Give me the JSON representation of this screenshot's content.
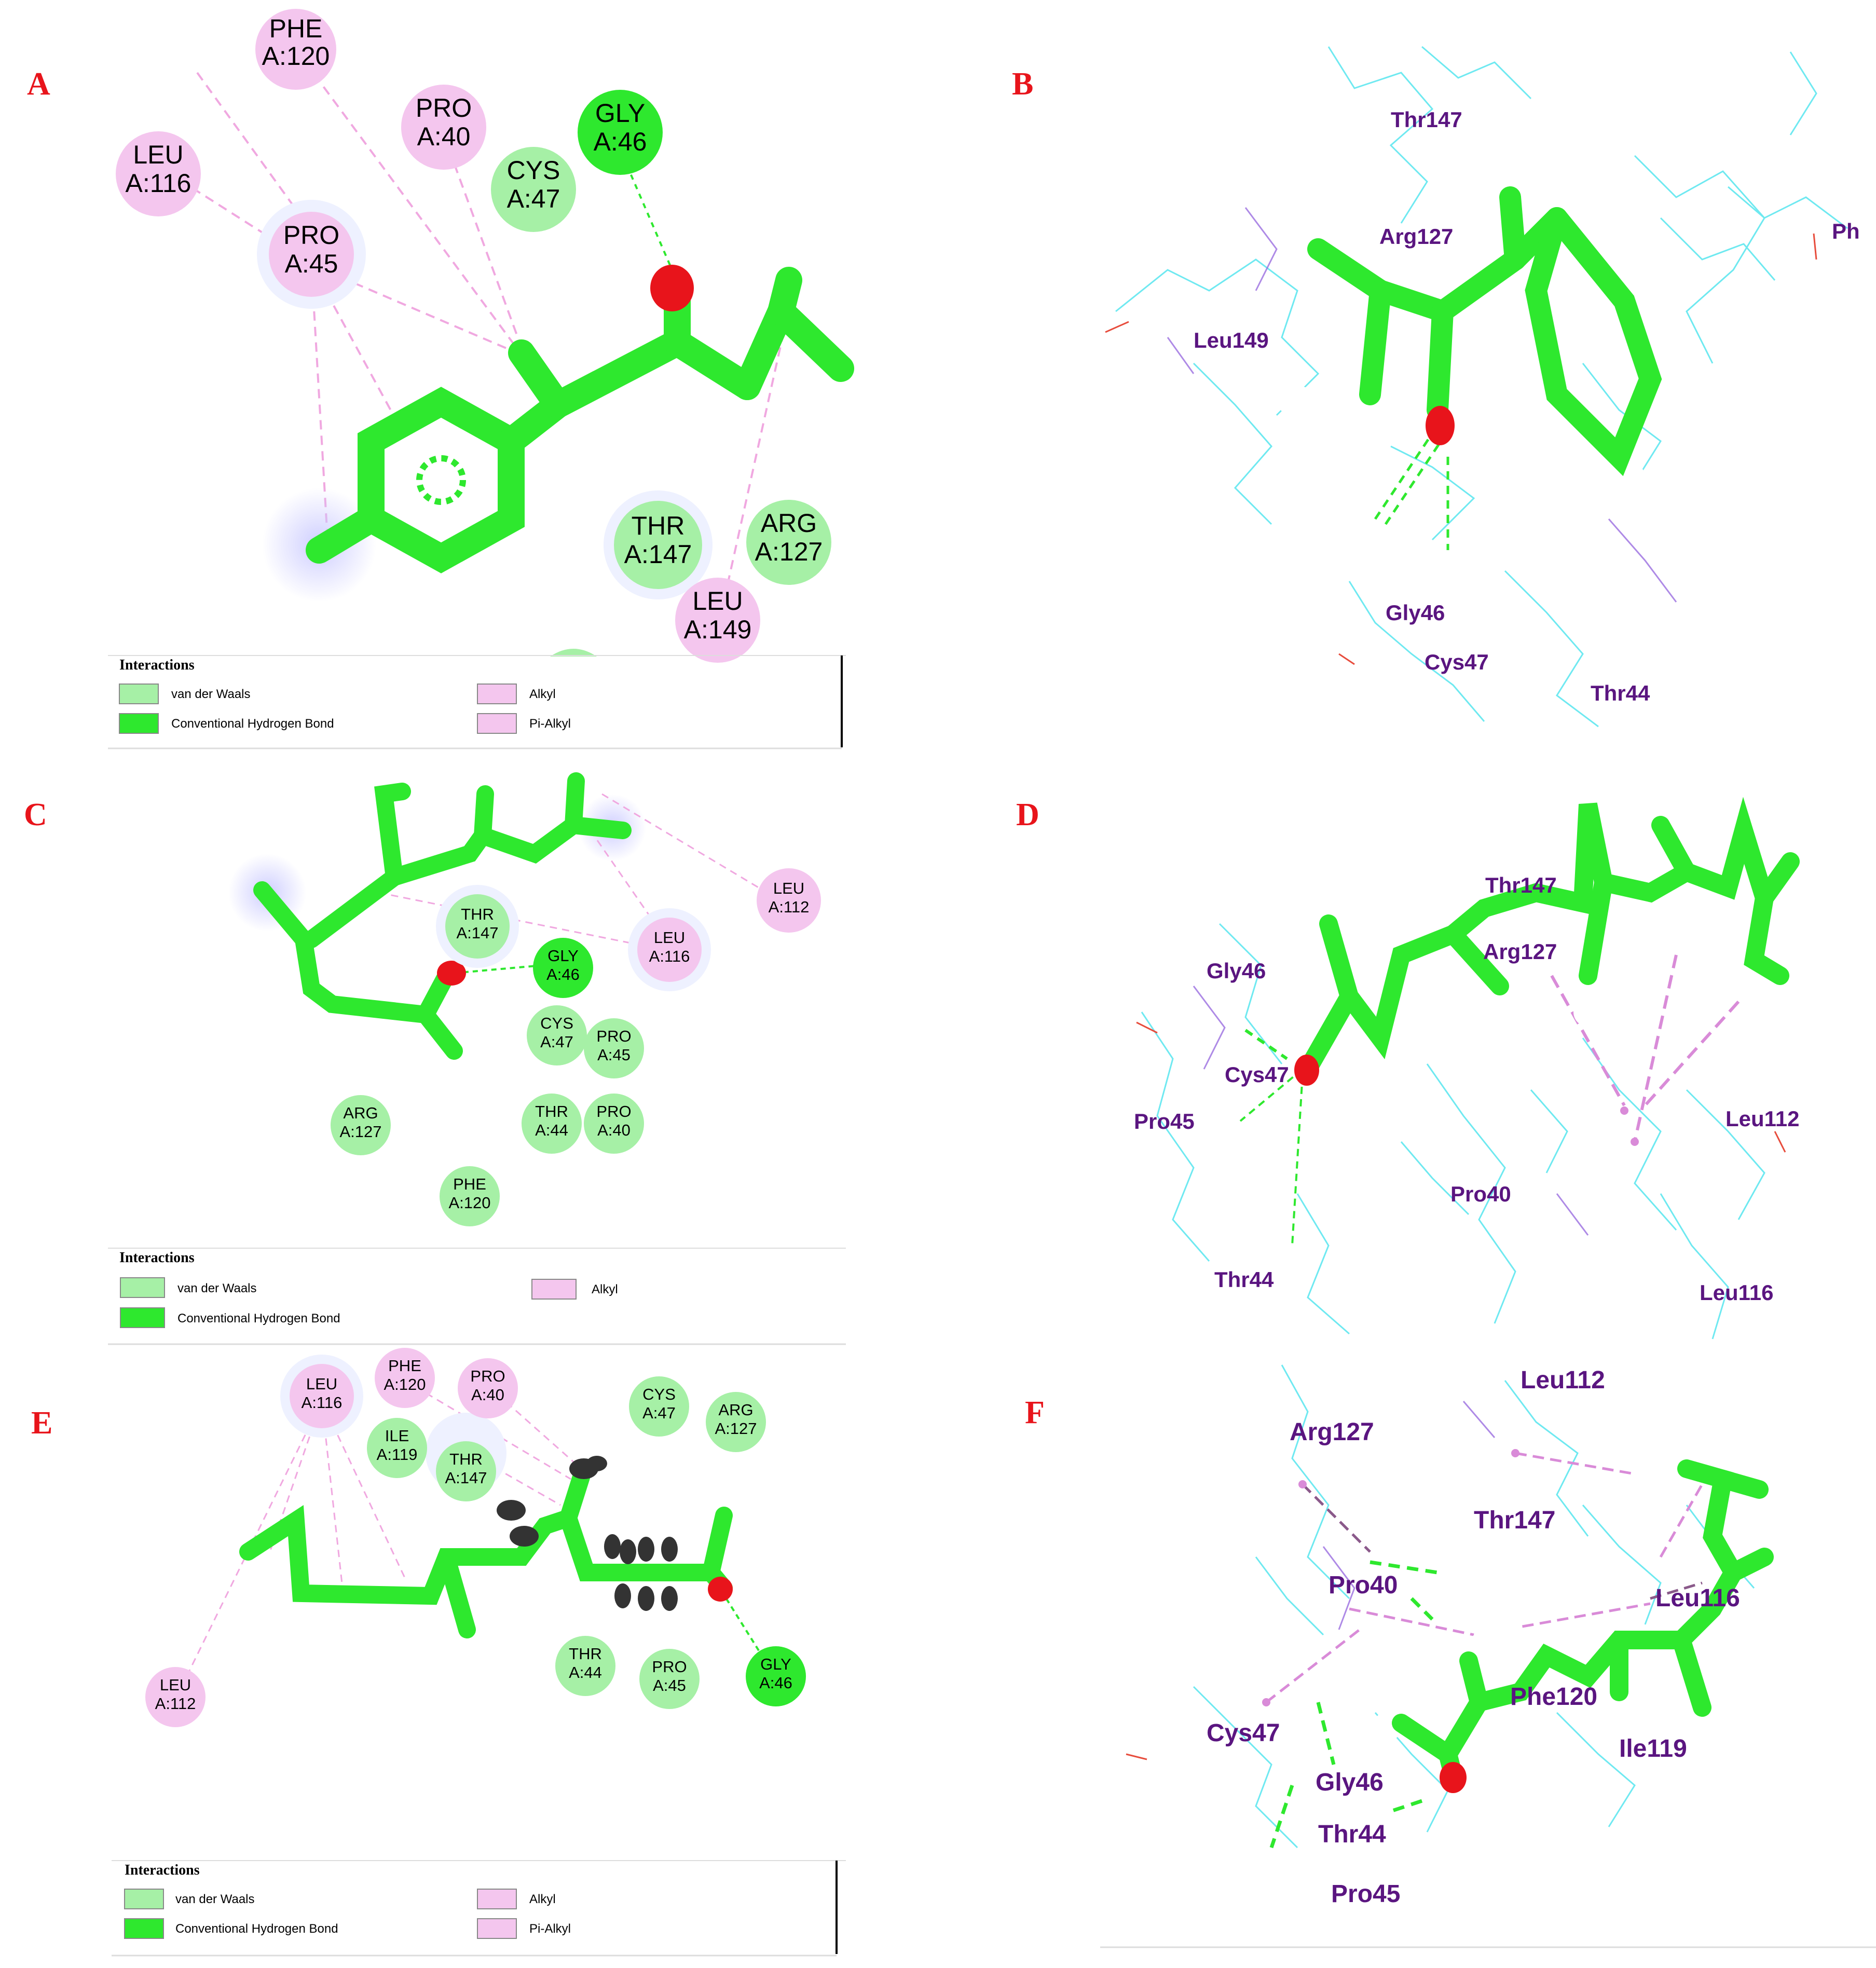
{
  "panels": {
    "A": {
      "letter": "A",
      "residues": [
        {
          "line1": "PHE",
          "line2": "A:120",
          "type": "alkyl"
        },
        {
          "line1": "PRO",
          "line2": "A:40",
          "type": "alkyl"
        },
        {
          "line1": "GLY",
          "line2": "A:46",
          "type": "hbond"
        },
        {
          "line1": "LEU",
          "line2": "A:116",
          "type": "alkyl"
        },
        {
          "line1": "CYS",
          "line2": "A:47",
          "type": "vdw"
        },
        {
          "line1": "PRO",
          "line2": "A:45",
          "type": "alkyl"
        },
        {
          "line1": "THR",
          "line2": "A:147",
          "type": "vdw"
        },
        {
          "line1": "ARG",
          "line2": "A:127",
          "type": "vdw"
        },
        {
          "line1": "LEU",
          "line2": "A:149",
          "type": "alkyl"
        }
      ],
      "legend": {
        "title": "Interactions",
        "items": [
          {
            "label": "van der Waals",
            "color": "#a6f0a6"
          },
          {
            "label": "Conventional Hydrogen Bond",
            "color": "#2ee82e"
          },
          {
            "label": "Alkyl",
            "color": "#f4c6ee"
          },
          {
            "label": "Pi-Alkyl",
            "color": "#f4c6ee"
          }
        ]
      }
    },
    "B": {
      "letter": "B",
      "labels": [
        "Thr147",
        "Arg127",
        "Ph",
        "Leu149",
        "Gly46",
        "Cys47",
        "Thr44"
      ]
    },
    "C": {
      "letter": "C",
      "residues": [
        {
          "line1": "LEU",
          "line2": "A:112",
          "type": "alkyl"
        },
        {
          "line1": "THR",
          "line2": "A:147",
          "type": "vdw"
        },
        {
          "line1": "LEU",
          "line2": "A:116",
          "type": "alkyl"
        },
        {
          "line1": "GLY",
          "line2": "A:46",
          "type": "hbond"
        },
        {
          "line1": "CYS",
          "line2": "A:47",
          "type": "vdw"
        },
        {
          "line1": "PRO",
          "line2": "A:45",
          "type": "vdw"
        },
        {
          "line1": "ARG",
          "line2": "A:127",
          "type": "vdw"
        },
        {
          "line1": "THR",
          "line2": "A:44",
          "type": "vdw"
        },
        {
          "line1": "PRO",
          "line2": "A:40",
          "type": "vdw"
        },
        {
          "line1": "PHE",
          "line2": "A:120",
          "type": "vdw"
        }
      ],
      "legend": {
        "title": "Interactions",
        "items": [
          {
            "label": "van der Waals",
            "color": "#a6f0a6"
          },
          {
            "label": "Conventional Hydrogen Bond",
            "color": "#2ee82e"
          },
          {
            "label": "Alkyl",
            "color": "#f4c6ee"
          }
        ]
      }
    },
    "D": {
      "letter": "D",
      "labels": [
        "Thr147",
        "Arg127",
        "Gly46",
        "Cys47",
        "Pro45",
        "Leu112",
        "Pro40",
        "Thr44",
        "Leu116"
      ]
    },
    "E": {
      "letter": "E",
      "residues": [
        {
          "line1": "LEU",
          "line2": "A:116",
          "type": "alkyl"
        },
        {
          "line1": "PHE",
          "line2": "A:120",
          "type": "alkyl"
        },
        {
          "line1": "PRO",
          "line2": "A:40",
          "type": "alkyl"
        },
        {
          "line1": "CYS",
          "line2": "A:47",
          "type": "vdw"
        },
        {
          "line1": "ARG",
          "line2": "A:127",
          "type": "vdw"
        },
        {
          "line1": "ILE",
          "line2": "A:119",
          "type": "vdw"
        },
        {
          "line1": "THR",
          "line2": "A:147",
          "type": "vdw"
        },
        {
          "line1": "LEU",
          "line2": "A:112",
          "type": "alkyl"
        },
        {
          "line1": "THR",
          "line2": "A:44",
          "type": "vdw"
        },
        {
          "line1": "PRO",
          "line2": "A:45",
          "type": "vdw"
        },
        {
          "line1": "GLY",
          "line2": "A:46",
          "type": "hbond"
        }
      ],
      "legend": {
        "title": "Interactions",
        "items": [
          {
            "label": "van der Waals",
            "color": "#a6f0a6"
          },
          {
            "label": "Conventional Hydrogen Bond",
            "color": "#2ee82e"
          },
          {
            "label": "Alkyl",
            "color": "#f4c6ee"
          },
          {
            "label": "Pi-Alkyl",
            "color": "#f4c6ee"
          }
        ]
      }
    },
    "F": {
      "letter": "F",
      "labels": [
        "Leu112",
        "Arg127",
        "Thr147",
        "Pro40",
        "Leu116",
        "Phe120",
        "Cys47",
        "Ile119",
        "Gly46",
        "Thr44",
        "Pro45"
      ]
    }
  },
  "colors": {
    "panel_letter": "#e8141b",
    "ligand": "#2ee82e",
    "oxygen": "#e8141b",
    "hydrogen": "#ffffff",
    "residue_label": "#5a1580",
    "wire": "#5fe7ef",
    "alkyl_fill": "#f4c6ee",
    "vdw_fill": "#a6f0a6",
    "hbond_fill": "#2ee82e"
  }
}
